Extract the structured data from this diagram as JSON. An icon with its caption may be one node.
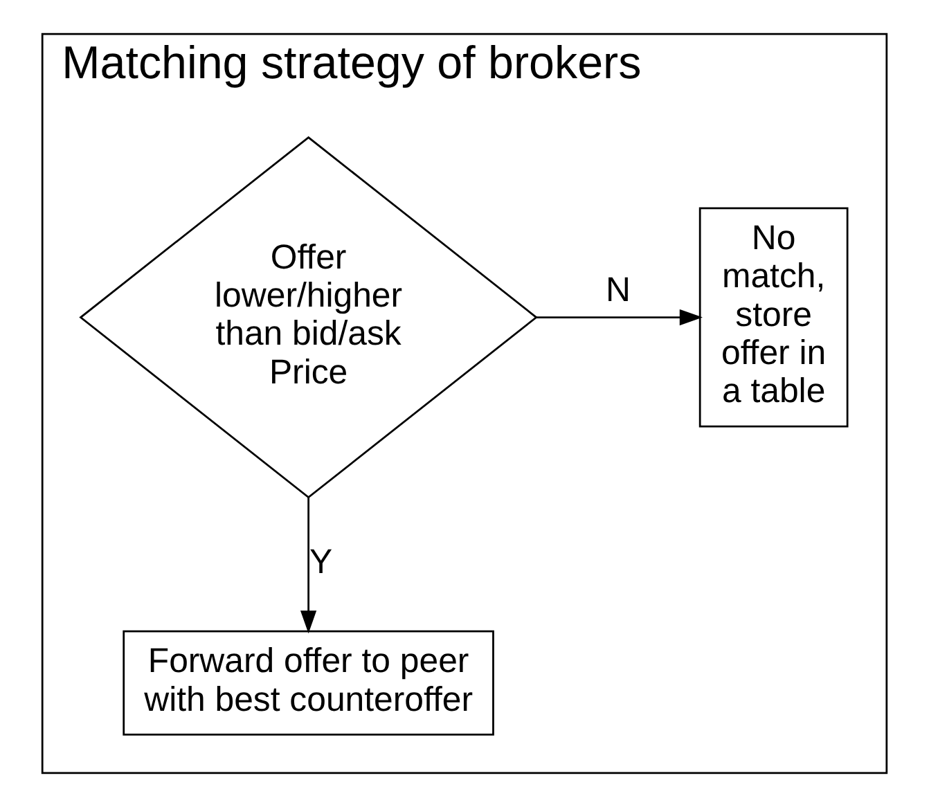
{
  "diagram": {
    "nodes": [
      {
        "text": [
          "Matching strategy of brokers"
        ]
      },
      {
        "text": [
          "Offer lower/higher than bid/ask Price"
        ],
        "in": 0
      },
      {
        "text": [
          "No match, store offer in a table"
        ],
        "in": 0
      },
      {
        "text": [
          "Forward offer to peer with best counteroffer"
        ],
        "in": 0
      }
    ],
    "edges": [
      {
        "from": 1,
        "to": 2,
        "arrow": "to",
        "label": "N"
      },
      {
        "from": 1,
        "to": 3,
        "arrow": "to",
        "label": "Y"
      }
    ]
  }
}
